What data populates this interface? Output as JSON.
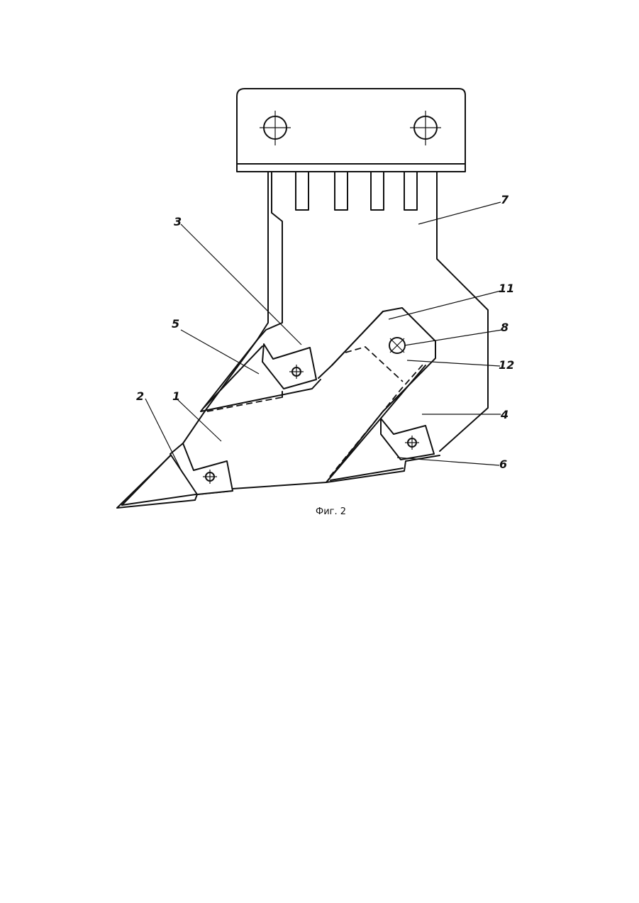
{
  "figure": {
    "caption": "Фиг. 2",
    "labels": {
      "l1": "1",
      "l2": "2",
      "l3": "3",
      "l4": "4",
      "l5": "5",
      "l6": "6",
      "l7": "7",
      "l8": "8",
      "l11": "11",
      "l12": "12"
    }
  }
}
